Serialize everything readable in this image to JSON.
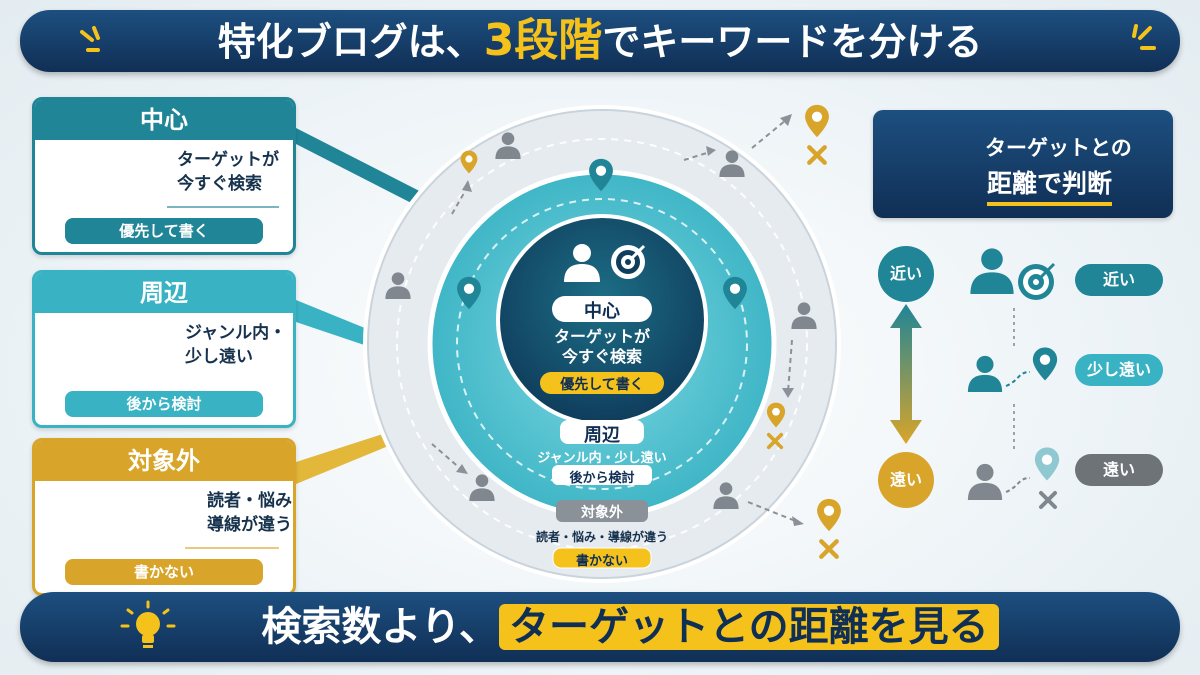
{
  "header": {
    "title_pre": "特化ブログは、",
    "title_accent": "3段階",
    "title_post": "でキーワードを分ける"
  },
  "footer": {
    "text_pre": "検索数より、",
    "text_highlight": "ターゲットとの距離を見る"
  },
  "cards": [
    {
      "title": "中心",
      "line1": "ターゲットが",
      "line2": "今すぐ検索",
      "action": "優先して書く",
      "color": "#1f8597"
    },
    {
      "title": "周辺",
      "line1": "ジャンル内・",
      "line2": "少し遠い",
      "action": "後から検討",
      "color": "#39b3c4"
    },
    {
      "title": "対象外",
      "line1": "読者・悩み・",
      "line2": "導線が違う",
      "action": "書かない",
      "color": "#d8a52a"
    }
  ],
  "diagram": {
    "core_title": "中心",
    "core_line1": "ターゲットが",
    "core_line2": "今すぐ検索",
    "core_action": "優先して書く",
    "mid_title": "周辺",
    "mid_desc": "ジャンル内・少し遠い",
    "mid_action": "後から検討",
    "outer_title": "対象外",
    "outer_desc": "読者・悩み・導線が違う",
    "outer_action": "書かない"
  },
  "legend": {
    "heading_line1": "ターゲットとの",
    "heading_line2": "距離で判断",
    "near": "近い",
    "far": "遠い",
    "rows": [
      {
        "label": "近い",
        "color": "#1f8597"
      },
      {
        "label": "少し遠い",
        "color": "#39b3c4"
      },
      {
        "label": "遠い",
        "color": "#6e7378"
      }
    ]
  },
  "colors": {
    "navy": "#102f55",
    "teal": "#1f8597",
    "light_teal": "#39b3c4",
    "gold": "#f5c21b",
    "gray": "#6e7378"
  }
}
